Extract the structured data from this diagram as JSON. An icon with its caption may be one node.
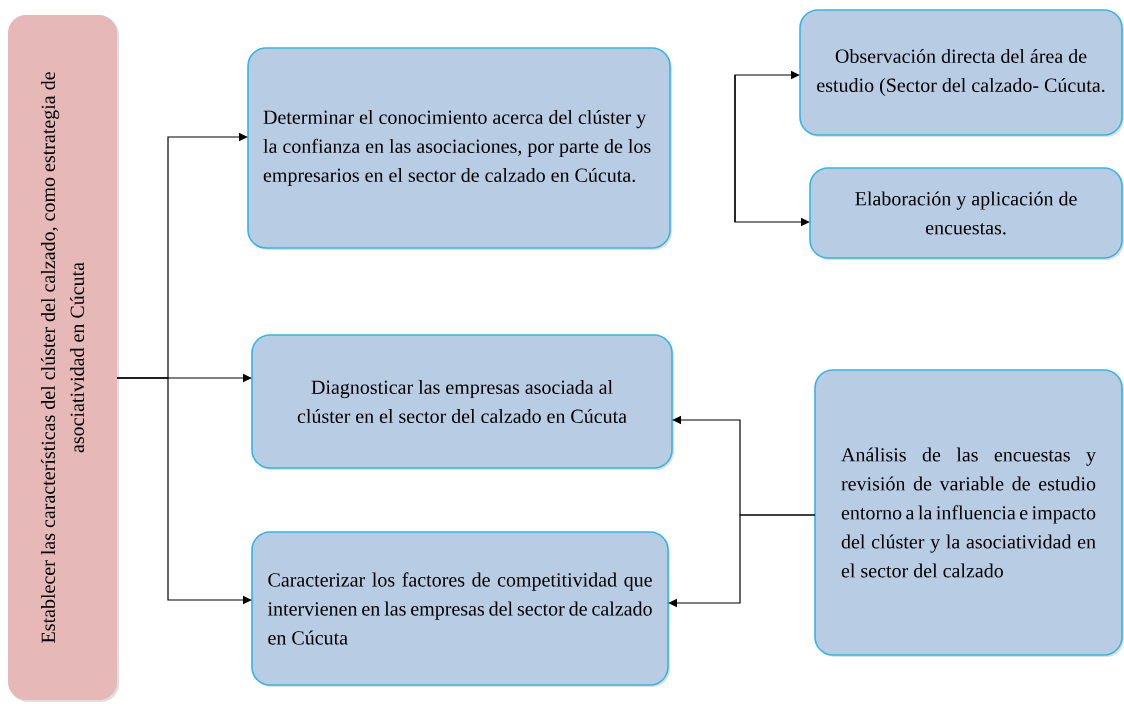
{
  "diagram": {
    "nodes": [
      {
        "text": [
          "Establecer las características del clúster del calzado, como estrategia de asociatividad en Cúcuta"
        ]
      },
      {
        "text": [
          "Determinar el conocimiento acerca del clúster y la confianza en las asociaciones, por parte de los empresarios en el sector de calzado en Cúcuta."
        ]
      },
      {
        "text": [
          "Observación directa del área de estudio (Sector del calzado- Cúcuta."
        ]
      },
      {
        "text": [
          "Elaboración y aplicación de encuestas."
        ]
      },
      {
        "text": [
          "Diagnosticar las empresas asociada al clúster en el sector del calzado en Cúcuta"
        ]
      },
      {
        "text": [
          "Caracterizar los factores de competitividad que intervienen en las empresas del sector de calzado en Cúcuta"
        ]
      },
      {
        "text": [
          "Análisis de las encuestas y revisión de variable de estudio entorno a la influencia e impacto del clúster y la asociatividad en el sector del calzado"
        ]
      }
    ],
    "edges": [
      {
        "from": 0,
        "to": 1,
        "arrow": "to"
      },
      {
        "from": 0,
        "to": 4,
        "arrow": "to"
      },
      {
        "from": 0,
        "to": 5,
        "arrow": "to"
      },
      {
        "from": null,
        "to": 2,
        "arrow": "to"
      },
      {
        "from": null,
        "to": 3,
        "arrow": "to"
      },
      {
        "from": 6,
        "to": 4,
        "arrow": "to"
      },
      {
        "from": 6,
        "to": 5,
        "arrow": "to"
      }
    ]
  }
}
